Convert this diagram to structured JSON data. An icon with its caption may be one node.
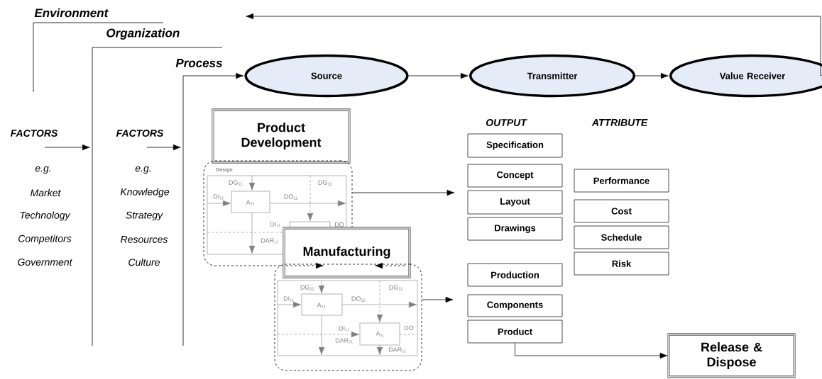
{
  "diagram": {
    "nodes": [
      {
        "text": [
          "Source"
        ]
      },
      {
        "text": [
          "Transmitter"
        ]
      },
      {
        "text": [
          "Value Receiver"
        ]
      },
      {
        "text": [
          "Product Development"
        ]
      },
      {
        "text": [],
        "shape": "box"
      },
      {
        "text": [
          "Manufacturing"
        ]
      },
      {
        "text": [],
        "shape": "box"
      },
      {
        "text": [
          "Specification"
        ]
      },
      {
        "text": [
          "Concept"
        ]
      },
      {
        "text": [
          "Layout"
        ]
      },
      {
        "text": [
          "Drawings"
        ]
      },
      {
        "text": [
          "Production"
        ]
      },
      {
        "text": [
          "Components"
        ]
      },
      {
        "text": [
          "Product"
        ]
      },
      {
        "text": [
          "Performance"
        ]
      },
      {
        "text": [
          "Cost"
        ]
      },
      {
        "text": [
          "Schedule"
        ]
      },
      {
        "text": [
          "Risk"
        ]
      },
      {
        "text": [
          "Release & Dispose"
        ]
      }
    ],
    "edges": [
      {
        "from": 0,
        "to": 1,
        "arrow": "to"
      },
      {
        "from": 1,
        "to": 2,
        "arrow": "to"
      },
      {
        "from": 2,
        "to": null,
        "arrow": "to"
      },
      {
        "from": null,
        "to": 0,
        "arrow": "to"
      },
      {
        "from": 4,
        "to": 9,
        "arrow": "to"
      },
      {
        "from": 6,
        "to": 12,
        "arrow": "to"
      },
      {
        "from": 13,
        "to": 18,
        "arrow": "to"
      }
    ],
    "labels": [
      "Environment",
      "Organization",
      "Process",
      "FACTORS",
      "e.g.",
      "Market",
      "Technology",
      "Competitors",
      "Government",
      "FACTORS",
      "e.g.",
      "Knowledge",
      "Strategy",
      "Resources",
      "Culture",
      "OUTPUT",
      "ATTRIBUTE",
      "Design",
      "DG$_{11}$",
      "DG$_{11}$",
      "DI$_{11}$",
      "A$_{11}$",
      "DO$_{11}$",
      "DI$_{11}$",
      "DO",
      "DAR$_{11}$",
      "DG$_{11}$",
      "DG$_{11}$",
      "DI$_{11}$",
      "A$_{11}$",
      "DO$_{11}$",
      "DI$_{11}$",
      "A$_{1j}$",
      "DO",
      "DAR$_{11}$",
      "DAR$_{11}$"
    ]
  }
}
